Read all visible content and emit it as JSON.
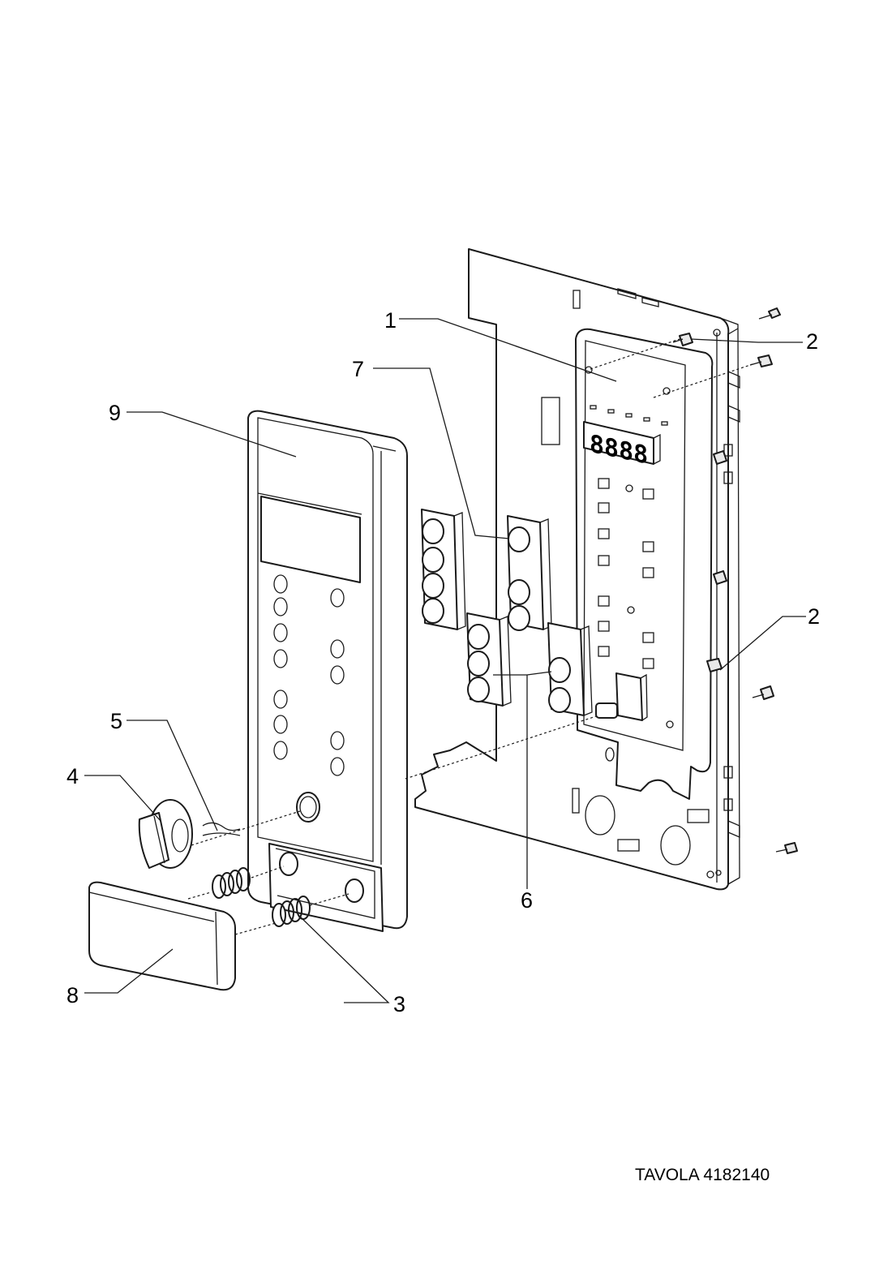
{
  "diagram": {
    "plate_id": "TAVOLA 4182140",
    "callouts": [
      {
        "id": "1",
        "label": "1"
      },
      {
        "id": "2a",
        "label": "2"
      },
      {
        "id": "2b",
        "label": "2"
      },
      {
        "id": "3",
        "label": "3"
      },
      {
        "id": "4",
        "label": "4"
      },
      {
        "id": "5",
        "label": "5"
      },
      {
        "id": "6",
        "label": "6"
      },
      {
        "id": "7",
        "label": "7"
      },
      {
        "id": "8",
        "label": "8"
      },
      {
        "id": "9",
        "label": "9"
      }
    ],
    "display_digits": "8888"
  }
}
